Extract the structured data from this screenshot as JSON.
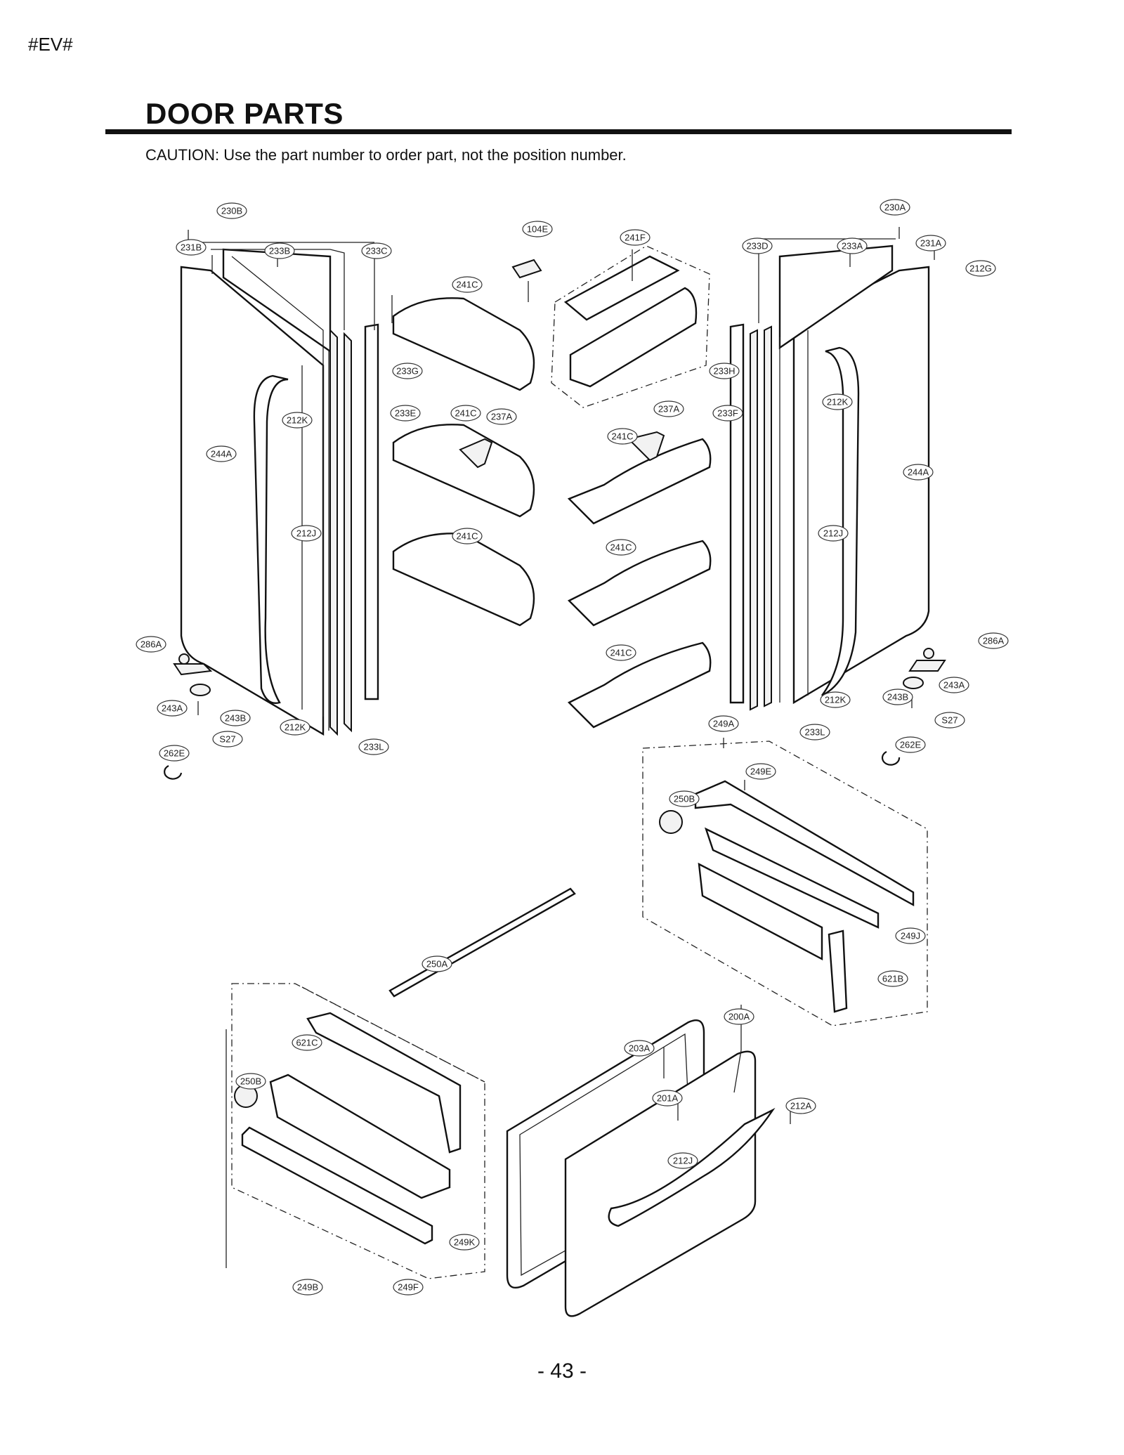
{
  "doc_tag": "#EV#",
  "title": "DOOR PARTS",
  "caution": "CAUTION: Use the part number to order part, not the position number.",
  "page_number": "- 43 -",
  "callouts": [
    "230B",
    "231B",
    "233B",
    "233C",
    "104E",
    "241F",
    "230A",
    "233D",
    "233A",
    "231A",
    "212G",
    "241C",
    "233G",
    "233H",
    "233E",
    "241C",
    "237A",
    "237A",
    "233F",
    "212K",
    "212K",
    "241C",
    "244A",
    "244A",
    "212J",
    "241C",
    "212J",
    "241C",
    "286A",
    "286A",
    "241C",
    "243A",
    "243A",
    "243B",
    "243B",
    "212K",
    "212K",
    "S27",
    "S27",
    "233L",
    "233L",
    "262E",
    "262E",
    "249A",
    "249E",
    "250B",
    "249J",
    "250A",
    "621B",
    "621C",
    "200A",
    "203A",
    "250B",
    "201A",
    "212A",
    "212J",
    "249K",
    "249B",
    "249F"
  ]
}
